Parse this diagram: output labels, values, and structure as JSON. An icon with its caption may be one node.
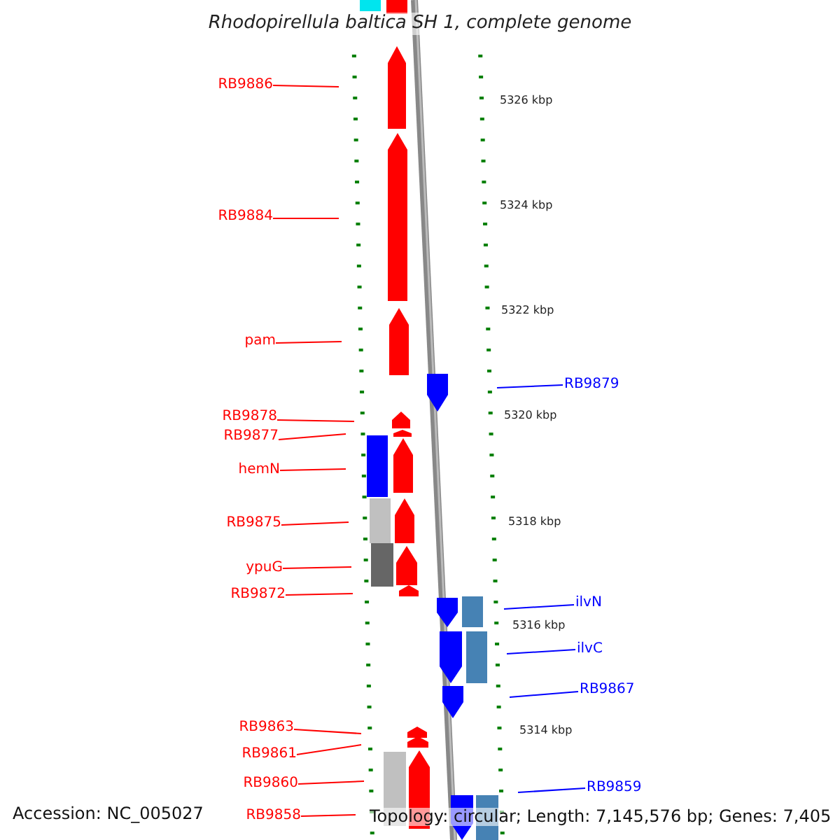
{
  "diagram": {
    "title": "Rhodopirellula baltica SH 1, complete genome",
    "nodes": [
      {
        "text": [
          "RB9886"
        ]
      },
      {
        "text": [
          "RB9884"
        ]
      },
      {
        "text": [
          "pam"
        ]
      },
      {
        "text": [
          "RB9879"
        ]
      },
      {
        "text": [
          "RB9878"
        ]
      },
      {
        "text": [
          "RB9877"
        ]
      },
      {
        "text": [
          "hemN"
        ]
      },
      {
        "text": [
          "RB9875"
        ]
      },
      {
        "text": [
          "ypuG"
        ]
      },
      {
        "text": [
          "RB9872"
        ]
      },
      {
        "text": [
          "ilvN"
        ]
      },
      {
        "text": [
          "ilvC"
        ]
      },
      {
        "text": [
          "RB9867"
        ]
      },
      {
        "text": [
          "RB9863"
        ]
      },
      {
        "text": [
          "RB9861"
        ]
      },
      {
        "text": [
          "RB9860"
        ]
      },
      {
        "text": [
          "RB9859"
        ]
      },
      {
        "text": [
          "RB9858"
        ]
      }
    ],
    "edges": [
      {
        "from": 0,
        "to": null,
        "arrow": "none"
      },
      {
        "from": 1,
        "to": null,
        "arrow": "none"
      },
      {
        "from": 2,
        "to": null,
        "arrow": "none"
      },
      {
        "from": 3,
        "to": null,
        "arrow": "none",
        "color": "#0000ff"
      },
      {
        "from": 4,
        "to": null,
        "arrow": "none"
      },
      {
        "from": 5,
        "to": null,
        "arrow": "none"
      },
      {
        "from": 6,
        "to": null,
        "arrow": "none"
      },
      {
        "from": 7,
        "to": null,
        "arrow": "none"
      },
      {
        "from": 8,
        "to": null,
        "arrow": "none"
      },
      {
        "from": 9,
        "to": null,
        "arrow": "none"
      },
      {
        "from": 10,
        "to": null,
        "arrow": "none",
        "color": "#0000ff"
      },
      {
        "from": 11,
        "to": null,
        "arrow": "none",
        "color": "#0000ff"
      },
      {
        "from": 12,
        "to": null,
        "arrow": "none",
        "color": "#0000ff"
      },
      {
        "from": 13,
        "to": null,
        "arrow": "none"
      },
      {
        "from": 14,
        "to": null,
        "arrow": "none"
      },
      {
        "from": 15,
        "to": null,
        "arrow": "none"
      },
      {
        "from": 16,
        "to": null,
        "arrow": "none",
        "color": "#0000ff"
      },
      {
        "from": 17,
        "to": null,
        "arrow": "none"
      }
    ],
    "labels": [
      "5326 kbp",
      "5324 kbp",
      "5322 kbp",
      "5320 kbp",
      "5318 kbp",
      "5316 kbp",
      "5314 kbp",
      "Accession: NC_005027",
      "Topology: circular; Length: 7,145,576 bp; Genes: 7,405"
    ]
  }
}
